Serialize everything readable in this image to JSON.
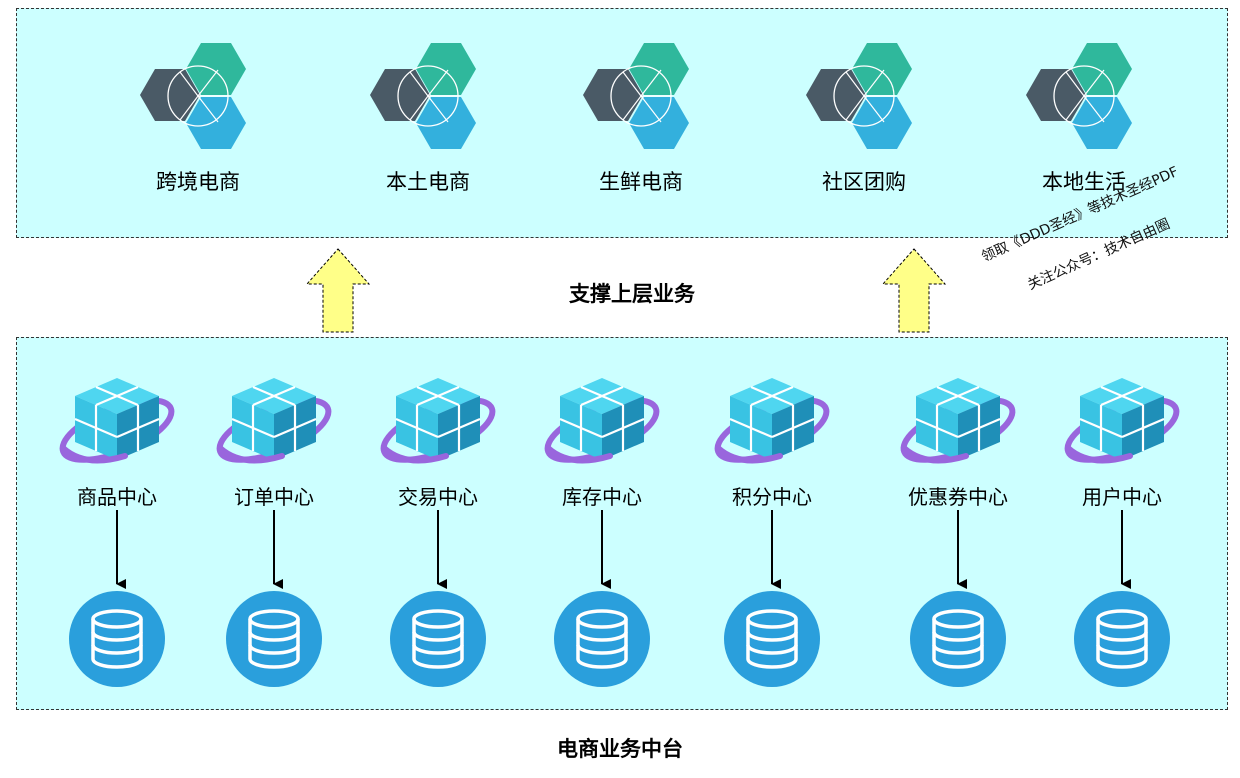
{
  "upper_panel": {
    "businesses": [
      {
        "label": "跨境电商",
        "icon": "hexagon-cluster-icon"
      },
      {
        "label": "本土电商",
        "icon": "hexagon-cluster-icon"
      },
      {
        "label": "生鲜电商",
        "icon": "hexagon-cluster-icon"
      },
      {
        "label": "社区团购",
        "icon": "hexagon-cluster-icon"
      },
      {
        "label": "本地生活",
        "icon": "hexagon-cluster-icon"
      }
    ]
  },
  "middle_caption": "支撑上层业务",
  "watermark": {
    "line1": "领取《DDD圣经》等技术圣经PDF",
    "line2": "关注公众号：技术自由圈"
  },
  "lower_panel": {
    "services": [
      {
        "label": "商品中心",
        "icon": "cube-ring-icon",
        "db_icon": "database-icon"
      },
      {
        "label": "订单中心",
        "icon": "cube-ring-icon",
        "db_icon": "database-icon"
      },
      {
        "label": "交易中心",
        "icon": "cube-ring-icon",
        "db_icon": "database-icon"
      },
      {
        "label": "库存中心",
        "icon": "cube-ring-icon",
        "db_icon": "database-icon"
      },
      {
        "label": "积分中心",
        "icon": "cube-ring-icon",
        "db_icon": "database-icon"
      },
      {
        "label": "优惠券中心",
        "icon": "cube-ring-icon",
        "db_icon": "database-icon"
      },
      {
        "label": "用户中心",
        "icon": "cube-ring-icon",
        "db_icon": "database-icon"
      }
    ]
  },
  "bottom_caption": "电商业务中台",
  "colors": {
    "panel_fill": "#ccffff",
    "hex_dark": "#4a5a66",
    "hex_teal": "#2fb89c",
    "hex_blue": "#33b0dd",
    "arrow_fill": "#ffff88",
    "cube_light": "#4fd6f0",
    "cube_dark": "#1f8fb8",
    "ring": "#9966dd",
    "db_fill": "#2a9fdc"
  }
}
